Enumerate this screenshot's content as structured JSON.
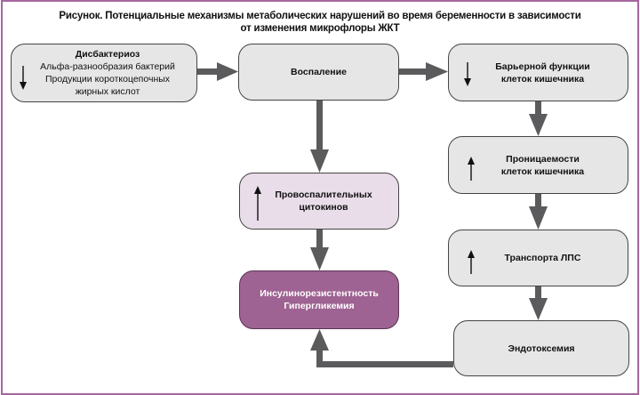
{
  "figure": {
    "title_line1": "Рисунок. Потенциальные механизмы метаболических нарушений во время беременности в зависимости",
    "title_line2": "от изменения микрофлоры ЖКТ"
  },
  "colors": {
    "frame": "#a7669d",
    "box_fill": "#e6e6e7",
    "box_pink": "#e9dde9",
    "box_purple": "#9e6392",
    "arrow": "#5b5b5d"
  },
  "nodes": {
    "dysbacteriosis": {
      "title": "Дисбактериоз",
      "line1": "Альфа-разнообразия бактерий",
      "line2": "Продукции короткоцепочных",
      "line3": "жирных кислот",
      "direction": "down"
    },
    "inflammation": {
      "title": "Воспаление"
    },
    "barrier": {
      "line1": "Барьерной функции",
      "line2": "клеток кишечника",
      "direction": "down"
    },
    "cytokines": {
      "line1": "Провоспалительных",
      "line2": "цитокинов",
      "direction": "up"
    },
    "permeability": {
      "line1": "Проницаемости",
      "line2": "клеток кишечника",
      "direction": "up"
    },
    "lps": {
      "line1": "Транспорта ЛПС",
      "direction": "up"
    },
    "insulin": {
      "line1": "Инсулинорезистентность",
      "line2": "Гипергликемия"
    },
    "endotoxemia": {
      "line1": "Эндотоксемия"
    }
  },
  "edges": [
    [
      "dysbacteriosis",
      "inflammation"
    ],
    [
      "inflammation",
      "barrier"
    ],
    [
      "inflammation",
      "cytokines"
    ],
    [
      "barrier",
      "permeability"
    ],
    [
      "permeability",
      "lps"
    ],
    [
      "lps",
      "endotoxemia"
    ],
    [
      "cytokines",
      "insulin"
    ],
    [
      "endotoxemia",
      "insulin"
    ]
  ]
}
